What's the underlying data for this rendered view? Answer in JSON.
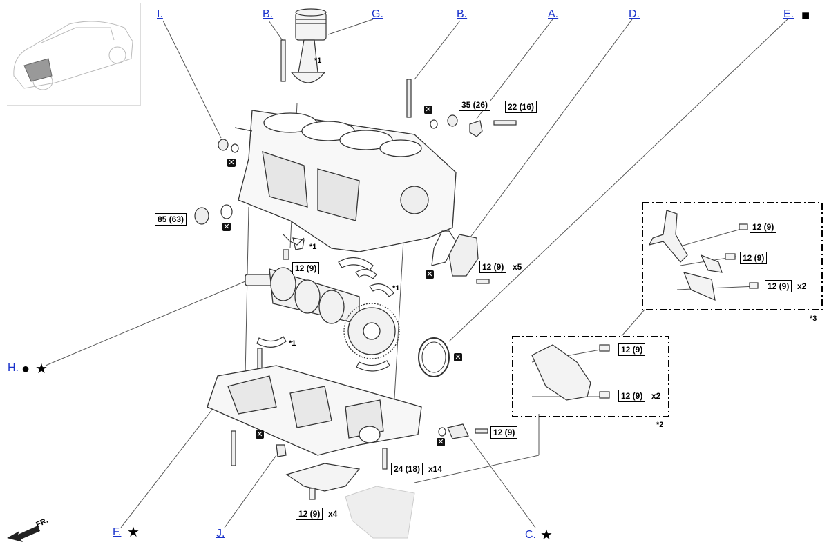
{
  "callouts": {
    "I": "I.",
    "B1": "B.",
    "G": "G.",
    "B2": "B.",
    "A": "A.",
    "D": "D.",
    "E": "E.",
    "H": "H.",
    "F": "F.",
    "J": "J.",
    "C": "C."
  },
  "symbols": {
    "square": "■",
    "circle": "●",
    "star": "★",
    "no_reuse": "✕"
  },
  "torques": {
    "t35_26": "35 (26)",
    "t22_16": "22 (16)",
    "t85_63": "85 (63)",
    "t12_9_crank": "12 (9)",
    "t12_9_cover": "12 (9)",
    "t12_9_inset3a": "12 (9)",
    "t12_9_inset3b": "12 (9)",
    "t12_9_inset3c": "12 (9)",
    "t12_9_inset2a": "12 (9)",
    "t12_9_inset2b": "12 (9)",
    "t12_9_sensor": "12 (9)",
    "t24_18": "24 (18)",
    "t12_9_baffle": "12 (9)"
  },
  "quantities": {
    "x5": "x5",
    "x2_inset3": "x2",
    "x2_inset2": "x2",
    "x14": "x14",
    "x4": "x4"
  },
  "notes": {
    "n1_piston": "*1",
    "n1_bearing": "*1",
    "n1_thrust": "*1",
    "n1_lower": "*1",
    "n2": "*2",
    "n3": "*3"
  },
  "front_label": "FR."
}
